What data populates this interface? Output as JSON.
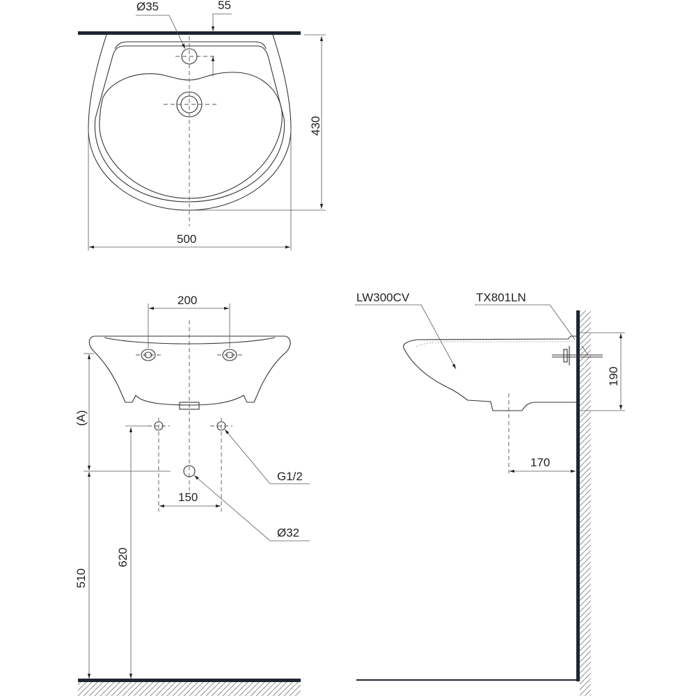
{
  "top_view": {
    "dim_tap_hole": "Ø35",
    "dim_offset": "55",
    "dim_depth": "430",
    "dim_width": "500"
  },
  "front_view": {
    "dim_bolt_spacing": "200",
    "dim_height_a": "(A)",
    "dim_pipe_spacing": "150",
    "dim_drain_height": "510",
    "dim_supply_height": "620",
    "label_supply": "G1/2",
    "label_drain": "Ø32"
  },
  "side_view": {
    "label_basin": "LW300CV",
    "label_bracket": "TX801LN",
    "dim_height": "190",
    "dim_projection": "170"
  }
}
